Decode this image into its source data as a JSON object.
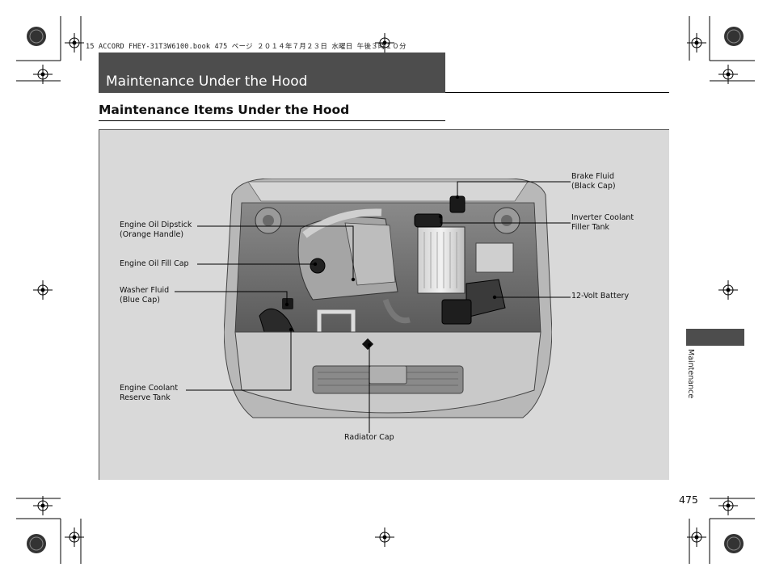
{
  "file_header": "15 ACCORD FHEY-31T3W6100.book  475 ページ  ２０１４年７月２３日  水曜日  午後３時１０分",
  "section": {
    "title": "Maintenance Under the Hood"
  },
  "subheading": "Maintenance Items Under the Hood",
  "figure": {
    "callouts": {
      "brake_fluid": [
        "Brake Fluid",
        "(Black Cap)"
      ],
      "inverter_coolant": [
        "Inverter Coolant",
        "Filler Tank"
      ],
      "battery": [
        "12-Volt Battery"
      ],
      "oil_dipstick": [
        "Engine Oil Dipstick",
        "(Orange Handle)"
      ],
      "oil_fill_cap": [
        "Engine Oil Fill Cap"
      ],
      "washer_fluid": [
        "Washer Fluid",
        "(Blue Cap)"
      ],
      "coolant_reserve": [
        "Engine Coolant",
        "Reserve Tank"
      ],
      "radiator_cap": [
        "Radiator Cap"
      ]
    }
  },
  "side_tab": {
    "label": "Maintenance"
  },
  "page_number": "475"
}
